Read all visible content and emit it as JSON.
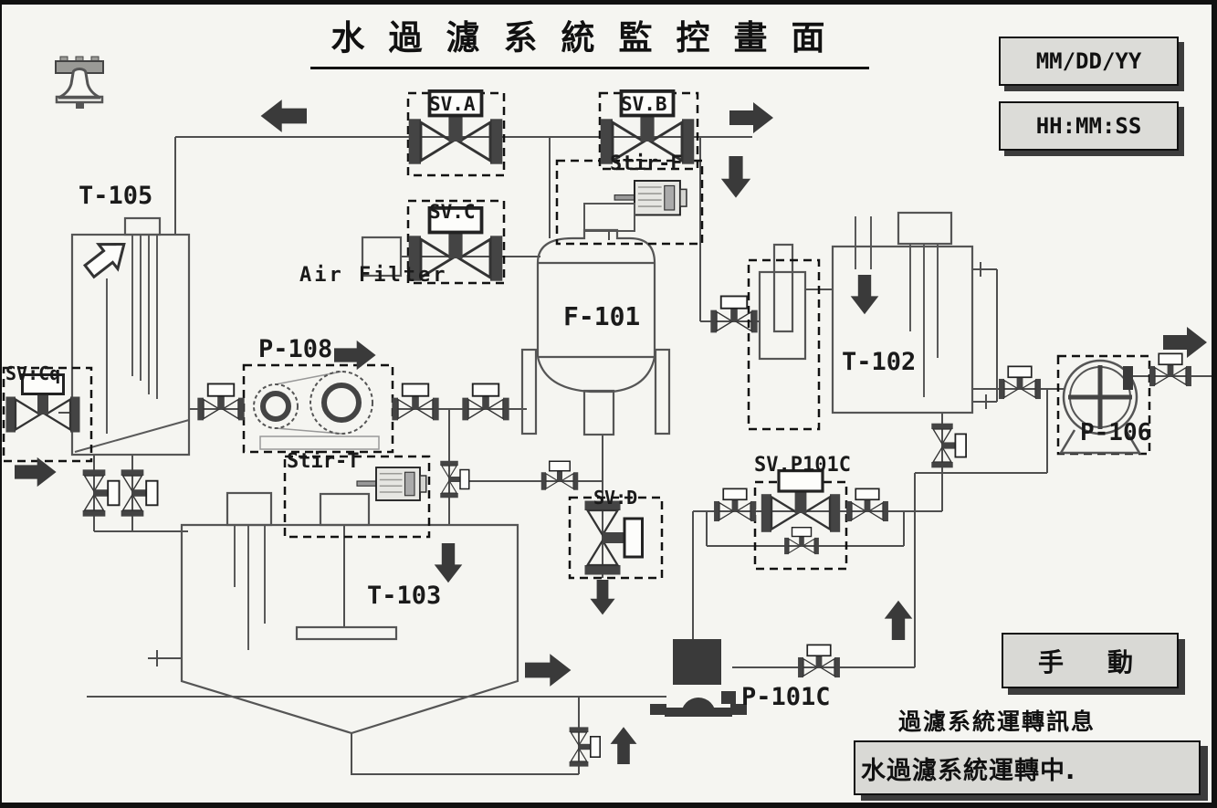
{
  "header": {
    "title": "水過濾系統監控畫面",
    "date_display": "MM/DD/YY",
    "time_display": "HH:MM:SS",
    "alarm_icon": "bell-icon"
  },
  "diagram": {
    "tanks": {
      "t105": "T-105",
      "t102": "T-102",
      "t103": "T-103"
    },
    "filter": {
      "f101": "F-101"
    },
    "pumps": {
      "p108": "P-108",
      "p106": "P-106",
      "p101c": "P-101C"
    },
    "stirrers": {
      "stir_f": "Stir-F",
      "stir_t": "Stir-T"
    },
    "valves": {
      "sv_a": "SV.A",
      "sv_b": "SV.B",
      "sv_c": "SV.C",
      "sv_d": "SV:D",
      "sv_cq": "SV:Cq",
      "sv_p101c": "SV.P101C"
    },
    "air_filter": "Air Filter"
  },
  "footer": {
    "mode_button": "手　動",
    "message_title": "過濾系統運轉訊息",
    "message_text": "水過濾系統運轉中."
  },
  "colors": {
    "background": "#f5f5f1",
    "line": "#4f4f4f",
    "symbol_dark": "#3a3a3a",
    "panel_fill": "#d9d9d5",
    "panel_shadow": "#3c3c3c",
    "text": "#111111"
  }
}
